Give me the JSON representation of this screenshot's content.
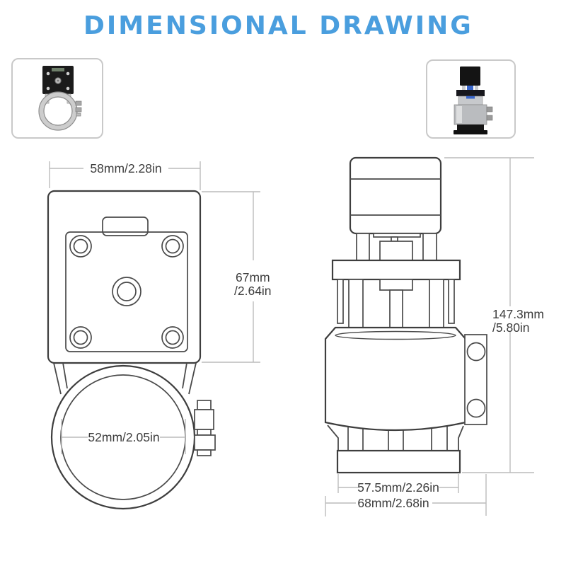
{
  "title": "DIMENSIONAL DRAWING",
  "colors": {
    "accent_blue": "#4a9ede",
    "drawing_line": "#3e3e3e",
    "dimension_line": "#bcbcbc",
    "dimension_text": "#3c3c3c"
  },
  "front_view": {
    "width": "58mm/2.28in",
    "height_mm": "67mm",
    "height_in": "/2.64in",
    "diameter": "52mm/2.05in"
  },
  "side_view": {
    "height_mm": "147.3mm",
    "height_in": "/5.80in",
    "inner_width": "57.5mm/2.26in",
    "outer_width": "68mm/2.68in"
  }
}
